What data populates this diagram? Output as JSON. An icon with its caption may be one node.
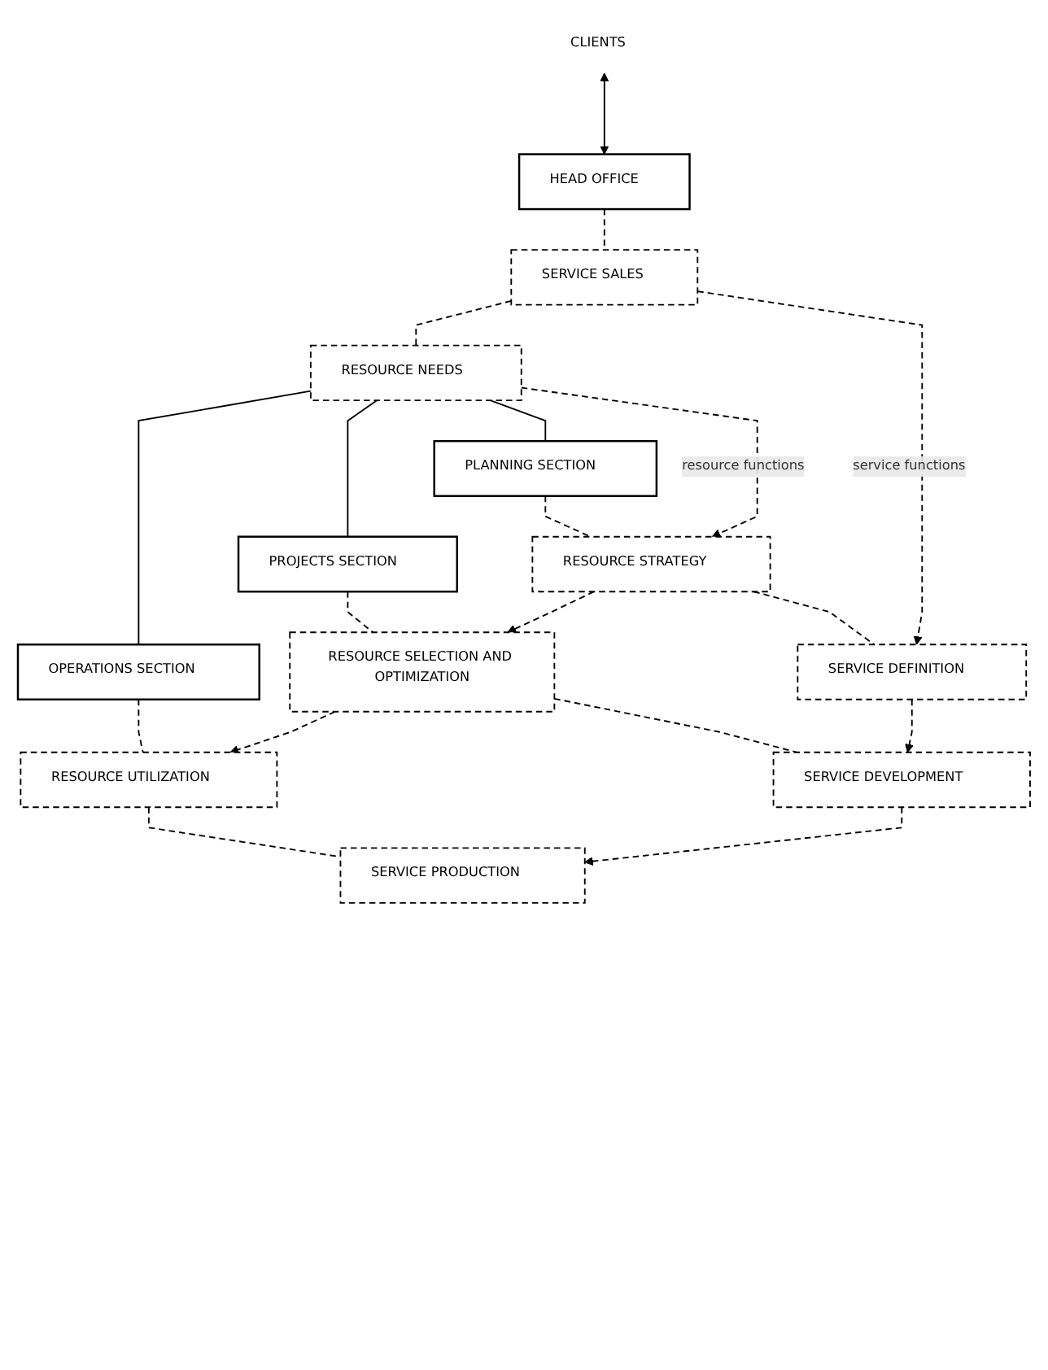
{
  "diagram": {
    "nodes": [
      {
        "text": [
          "CLIENTS"
        ]
      },
      {
        "text": [
          "HEAD OFFICE"
        ]
      },
      {
        "text": [
          "SERVICE SALES"
        ]
      },
      {
        "text": [
          "RESOURCE NEEDS"
        ]
      },
      {
        "text": [
          "PLANNING SECTION"
        ]
      },
      {
        "text": [
          "PROJECTS SECTION"
        ]
      },
      {
        "text": [
          "OPERATIONS SECTION"
        ]
      },
      {
        "text": [
          "RESOURCE STRATEGY"
        ]
      },
      {
        "text": [
          "RESOURCE SELECTION AND OPTIMIZATION"
        ]
      },
      {
        "text": [
          "RESOURCE UTILIZATION"
        ]
      },
      {
        "text": [
          "SERVICE DEFINITION"
        ]
      },
      {
        "text": [
          "SERVICE DEVELOPMENT"
        ]
      },
      {
        "text": [
          "SERVICE PRODUCTION"
        ]
      }
    ],
    "edges": [
      {
        "from": 0,
        "to": 1,
        "arrow": "both"
      },
      {
        "from": 1,
        "to": 2,
        "arrow": "none",
        "style": "dashed"
      },
      {
        "from": 2,
        "to": 3,
        "arrow": "none",
        "style": "dashed"
      },
      {
        "from": 3,
        "to": 4,
        "arrow": "none"
      },
      {
        "from": 3,
        "to": 5,
        "arrow": "none"
      },
      {
        "from": 3,
        "to": 6,
        "arrow": "none"
      },
      {
        "from": 4,
        "to": 7,
        "arrow": "none",
        "style": "dashed"
      },
      {
        "from": 7,
        "to": 10,
        "arrow": "none",
        "style": "dashed"
      },
      {
        "from": 5,
        "to": 8,
        "arrow": "none",
        "style": "dashed"
      },
      {
        "from": 8,
        "to": 11,
        "arrow": "none",
        "style": "dashed"
      },
      {
        "from": 6,
        "to": 9,
        "arrow": "none",
        "style": "dashed"
      },
      {
        "from": 9,
        "to": 12,
        "arrow": "none",
        "style": "dashed"
      },
      {
        "from": 2,
        "to": 10,
        "arrow": "to",
        "style": "dashed",
        "label": "service functions"
      },
      {
        "from": 3,
        "to": 7,
        "arrow": "to",
        "style": "dashed",
        "label": "resource functions"
      },
      {
        "from": 7,
        "to": 8,
        "arrow": "to",
        "style": "dashed"
      },
      {
        "from": 8,
        "to": 9,
        "arrow": "to",
        "style": "dashed"
      },
      {
        "from": 10,
        "to": 11,
        "arrow": "to",
        "style": "dashed"
      },
      {
        "from": 11,
        "to": 12,
        "arrow": "to",
        "style": "dashed"
      }
    ]
  }
}
